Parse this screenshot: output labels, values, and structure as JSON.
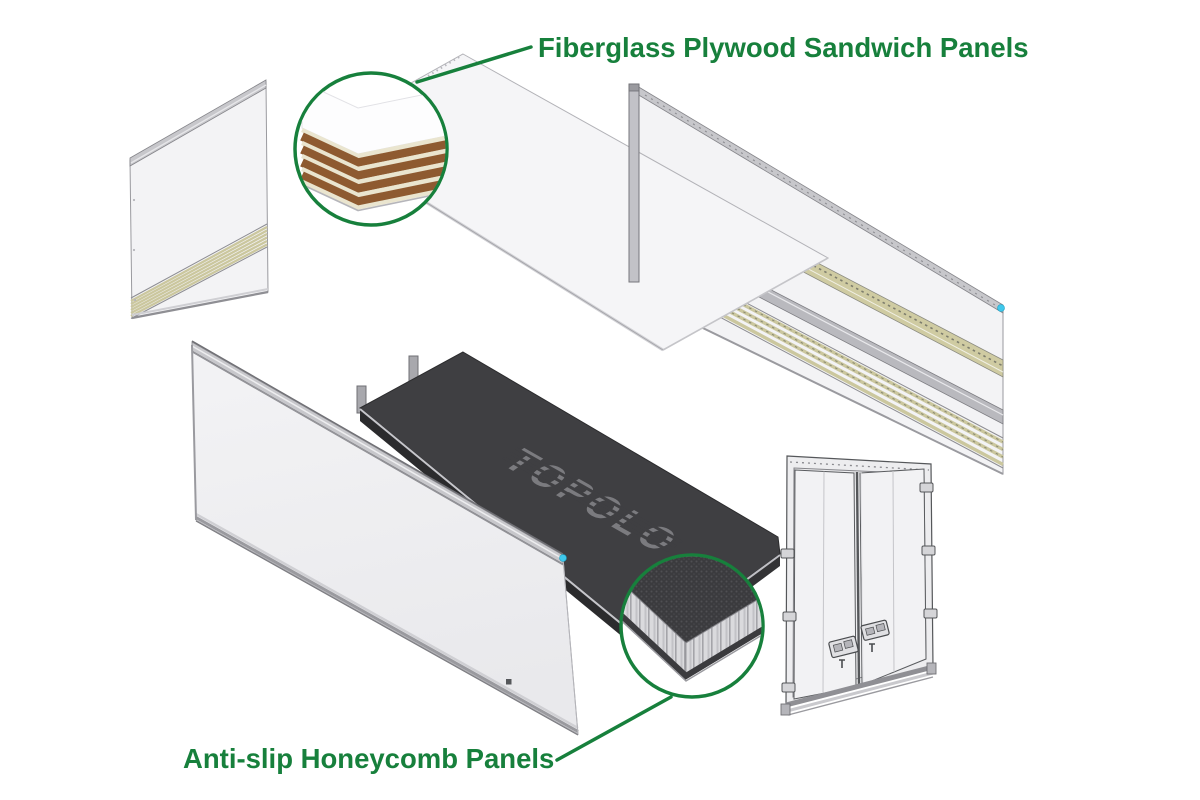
{
  "page": {
    "background": "#FFFFFF"
  },
  "callouts": {
    "top": {
      "label": "Fiberglass Plywood Sandwich Panels"
    },
    "bottom": {
      "label": "Anti-slip Honeycomb Panels"
    }
  },
  "floor": {
    "brand": "TOPOLO"
  },
  "colors": {
    "label_green": "#17803C",
    "floor_dark": "#3F3F42",
    "floor_side_dark": "#2B2B2D",
    "brand_gray": "#7B7B7F",
    "plywood_brown": "#8E5A30",
    "plywood_cream": "#EAE5CF",
    "track_tan": "#CBC79E",
    "panel_white": "#F3F3F5",
    "rail_gray": "#C7C7CB",
    "outline_gray": "#9A9A9F",
    "accent_cyan": "#3FC8EC"
  }
}
